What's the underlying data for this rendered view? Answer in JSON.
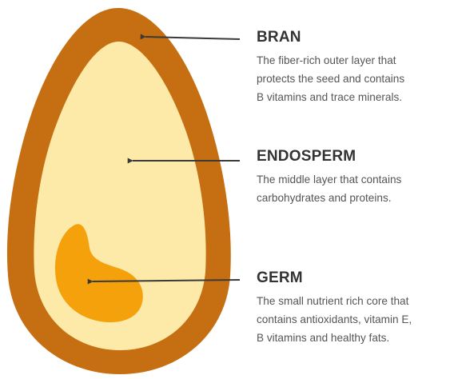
{
  "layers": {
    "bran": {
      "title": "BRAN",
      "lines": [
        "The fiber-rich outer layer that",
        "protects the seed and contains",
        "B vitamins and trace minerals."
      ]
    },
    "endosperm": {
      "title": "ENDOSPERM",
      "lines": [
        "The middle layer that contains",
        "carbohydrates and proteins."
      ]
    },
    "germ": {
      "title": "GERM",
      "lines": [
        "The small nutrient rich core that",
        "contains antioxidants, vitamin E,",
        "B vitamins and healthy fats."
      ]
    }
  },
  "colors": {
    "bran": "#c66f12",
    "endosperm": "#fde9a8",
    "germ": "#f5a10c",
    "arrow": "#3a3a3a",
    "heading": "#333333",
    "text": "#555555"
  }
}
